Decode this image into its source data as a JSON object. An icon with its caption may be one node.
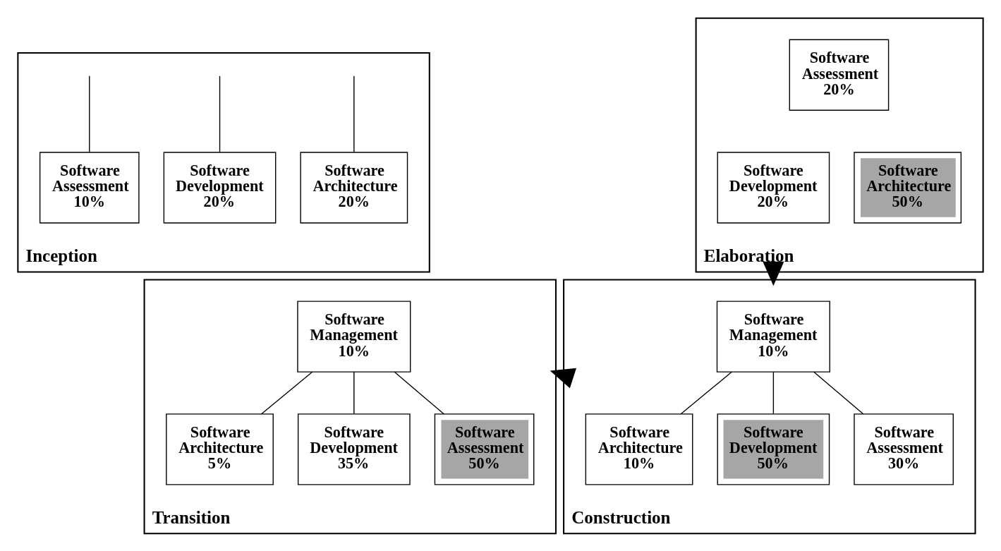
{
  "diagram": {
    "nodes": [
      {
        "text": [
          "Inception"
        ]
      },
      {
        "text": [
          "Software Architecture 20%"
        ],
        "in": 0
      },
      {
        "text": [
          "Software Development 20%"
        ],
        "in": 0
      },
      {
        "text": [
          "Software Assessment 10%"
        ],
        "in": 0
      },
      {
        "text": [
          "Elaboration"
        ]
      },
      {
        "text": [
          "Software Architecture 50%"
        ],
        "in": 4
      },
      {
        "text": [
          "Software Development 20%"
        ],
        "in": 4
      },
      {
        "text": [
          "Software Assessment 20%"
        ],
        "in": 4
      },
      {
        "text": [
          "Transition"
        ]
      },
      {
        "text": [
          "Software Management 10%"
        ],
        "in": 8
      },
      {
        "text": [
          "Software Architecture 5%"
        ],
        "in": 8
      },
      {
        "text": [
          "Software Development 35%"
        ],
        "in": 8
      },
      {
        "text": [
          "Software Assessment 50%"
        ],
        "in": 8
      },
      {
        "text": [
          "Construction"
        ]
      },
      {
        "text": [
          "Software Management 10%"
        ],
        "in": 13
      },
      {
        "text": [
          "Software Architecture 10%"
        ],
        "in": 13
      },
      {
        "text": [
          "Software Development 50%"
        ],
        "in": 13
      },
      {
        "text": [
          "Software Assessment 30%"
        ],
        "in": 13
      }
    ],
    "edges": [
      {
        "from": null,
        "to": 1,
        "arrow": "none"
      },
      {
        "from": null,
        "to": 2,
        "arrow": "none"
      },
      {
        "from": null,
        "to": 3,
        "arrow": "none"
      },
      {
        "from": 4,
        "to": 13,
        "arrow": "to",
        "style": "thick"
      },
      {
        "from": 13,
        "to": 8,
        "arrow": "to",
        "style": "thick"
      },
      {
        "from": 9,
        "to": 10,
        "arrow": "none"
      },
      {
        "from": 9,
        "to": 11,
        "arrow": "none"
      },
      {
        "from": 9,
        "to": 12,
        "arrow": "none"
      },
      {
        "from": 14,
        "to": 15,
        "arrow": "none"
      },
      {
        "from": 14,
        "to": 16,
        "arrow": "none"
      },
      {
        "from": 14,
        "to": 17,
        "arrow": "none"
      }
    ]
  }
}
